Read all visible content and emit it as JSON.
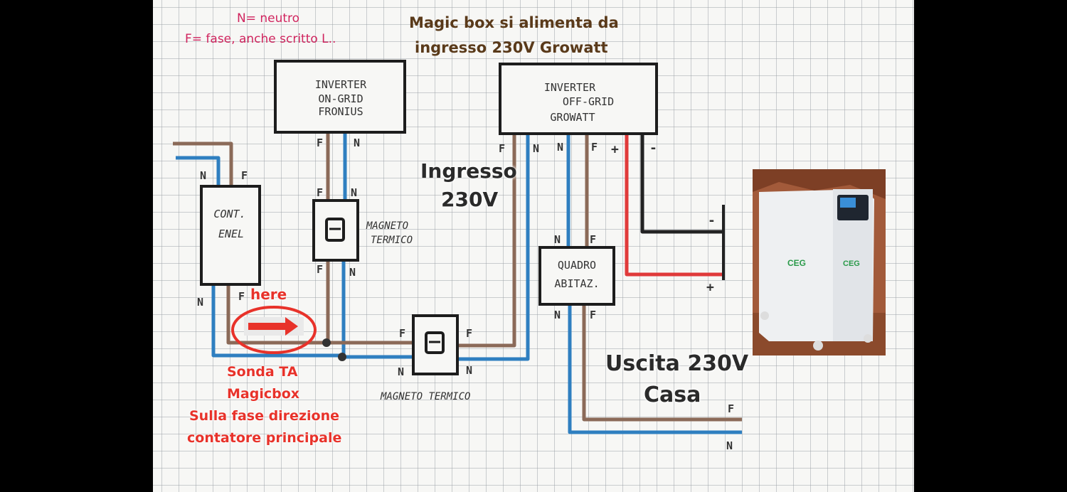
{
  "legend": {
    "neutral": "N= neutro",
    "phase": "F= fase, anche scritto L.."
  },
  "header_note": {
    "line1": "Magic box si alimenta da",
    "line2": "ingresso 230V Growatt"
  },
  "boxes": {
    "fronius": [
      "INVERTER",
      "ON-GRID",
      "FRONIUS"
    ],
    "growatt": [
      "INVERTER",
      "OFF-GRID",
      "GROWATT"
    ],
    "enel": [
      "CONT.",
      "ENEL"
    ],
    "magneto_top": [
      "MAGNETO",
      "TERMICO"
    ],
    "magneto_bottom": "MAGNETO TERMICO",
    "quadro": [
      "QUADRO",
      "ABITAZ."
    ]
  },
  "wire_labels": {
    "phase": "F",
    "neutral": "N",
    "plus": "+",
    "minus": "-"
  },
  "ingresso": {
    "line1": "Ingresso",
    "line2": "230V"
  },
  "uscita": {
    "line1": "Uscita 230V",
    "line2": "Casa"
  },
  "here_label": "here",
  "sonda": [
    "Sonda TA",
    "Magicbox",
    "Sulla fase direzione",
    "contatore principale"
  ],
  "battery": {
    "brand": "CEG"
  },
  "colors": {
    "phase_wire": "#8b6a58",
    "neutral_wire": "#2f7fc0",
    "positive_wire": "#e03a3a",
    "negative_wire": "#222222",
    "annotation_red": "#e8322a",
    "legend_pink": "#d0245e",
    "grid": "#9ba0a6"
  }
}
